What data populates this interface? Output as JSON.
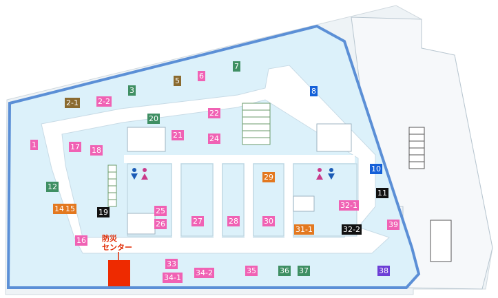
{
  "map": {
    "units": {
      "u1": "1",
      "u2_1": "2-1",
      "u2_2": "2-2",
      "u3": "3",
      "u5": "5",
      "u6": "6",
      "u7": "7",
      "u8": "8",
      "u10": "10",
      "u11": "11",
      "u12": "12",
      "u14": "14",
      "u15": "15",
      "u16": "16",
      "u17": "17",
      "u18": "18",
      "u19": "19",
      "u20": "20",
      "u21": "21",
      "u22": "22",
      "u24": "24",
      "u25": "25",
      "u26": "26",
      "u27": "27",
      "u28": "28",
      "u29": "29",
      "u30": "30",
      "u31_1": "31-1",
      "u32_1": "32-1",
      "u32_2": "32-2",
      "u33": "33",
      "u34_1": "34-1",
      "u34_2": "34-2",
      "u35": "35",
      "u36": "36",
      "u37": "37",
      "u38": "38",
      "u39": "39"
    },
    "disaster_center_label_line1": "防災",
    "disaster_center_label_line2": "センター",
    "colors": {
      "background": "#dff3fb",
      "outer_wall": "#5b8fd6",
      "corridor": "#ffffff",
      "disaster_center": "#ee2a00"
    }
  }
}
